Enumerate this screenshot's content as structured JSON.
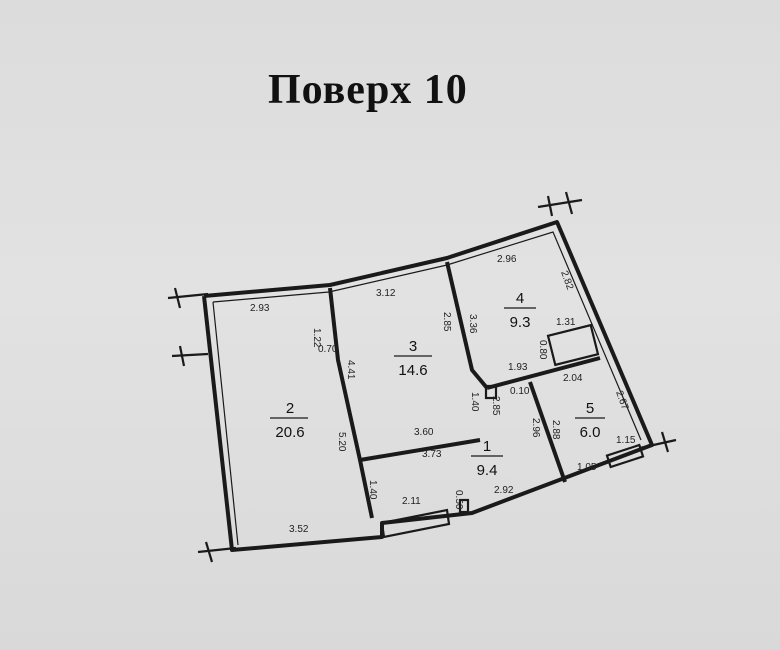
{
  "title": "Поверх 10",
  "rooms": [
    {
      "number": "1",
      "area": "9.4"
    },
    {
      "number": "2",
      "area": "20.6"
    },
    {
      "number": "3",
      "area": "14.6"
    },
    {
      "number": "4",
      "area": "9.3"
    },
    {
      "number": "5",
      "area": "6.0"
    }
  ],
  "dimensions": [
    "2.93",
    "1.22",
    "0.70",
    "5.20",
    "1.40",
    "3.52",
    "2.11",
    "0.50",
    "3.12",
    "4.41",
    "2.85",
    "3.60",
    "3.73",
    "1.40",
    "2.96",
    "2.82",
    "3.36",
    "1.31",
    "0.80",
    "1.93",
    "0.10",
    "2.04",
    "2.67",
    "2.85",
    "2.96",
    "1.15",
    "1.05",
    "2.92",
    "2.88"
  ]
}
